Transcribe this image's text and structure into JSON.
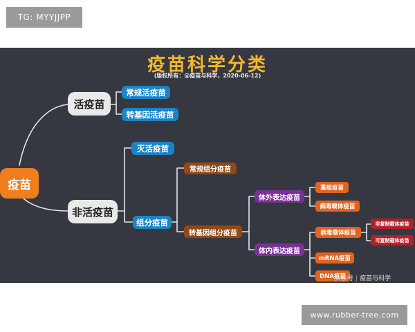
{
  "watermark_top": "TG: MYYJJPP",
  "watermark_bottom": "www.rubber-tree.com",
  "diagram": {
    "title": "疫苗科学分类",
    "subtitle": "(版权所有：@疫苗与科学，2020-06-12)",
    "root": "疫苗",
    "live": "活疫苗",
    "live_conventional": "常规活疫苗",
    "live_transgenic": "转基因活疫苗",
    "nonlive": "非活疫苗",
    "inactivated": "灭活疫苗",
    "subunit": "组分疫苗",
    "subunit_conventional": "常规组分疫苗",
    "subunit_transgenic": "转基因组分疫苗",
    "in_vitro": "体外表达疫苗",
    "recombinant_protein": "重组疫苗",
    "viral_vector_vitro": "病毒载体疫苗",
    "in_vivo": "体内表达疫苗",
    "viral_vector_vivo": "病毒载体疫苗",
    "non_replicating": "非复制载体疫苗",
    "replicating": "可复制载体疫苗",
    "mrna": "mRNA疫苗",
    "dna": "DNA疫苗"
  },
  "credit": {
    "platform": "头条号",
    "separator": "|",
    "author": "疫苗与科学"
  },
  "colors": {
    "panel_bg": "#353840",
    "connector": "#e6e6e6",
    "title": "#f5b731",
    "root": "#f07d1e",
    "level1": "#e9e9e9",
    "blue": "#1a84c4",
    "brown": "#8f4a18",
    "purple": "#7a3196",
    "orange": "#e2631f",
    "red": "#b3202a"
  }
}
